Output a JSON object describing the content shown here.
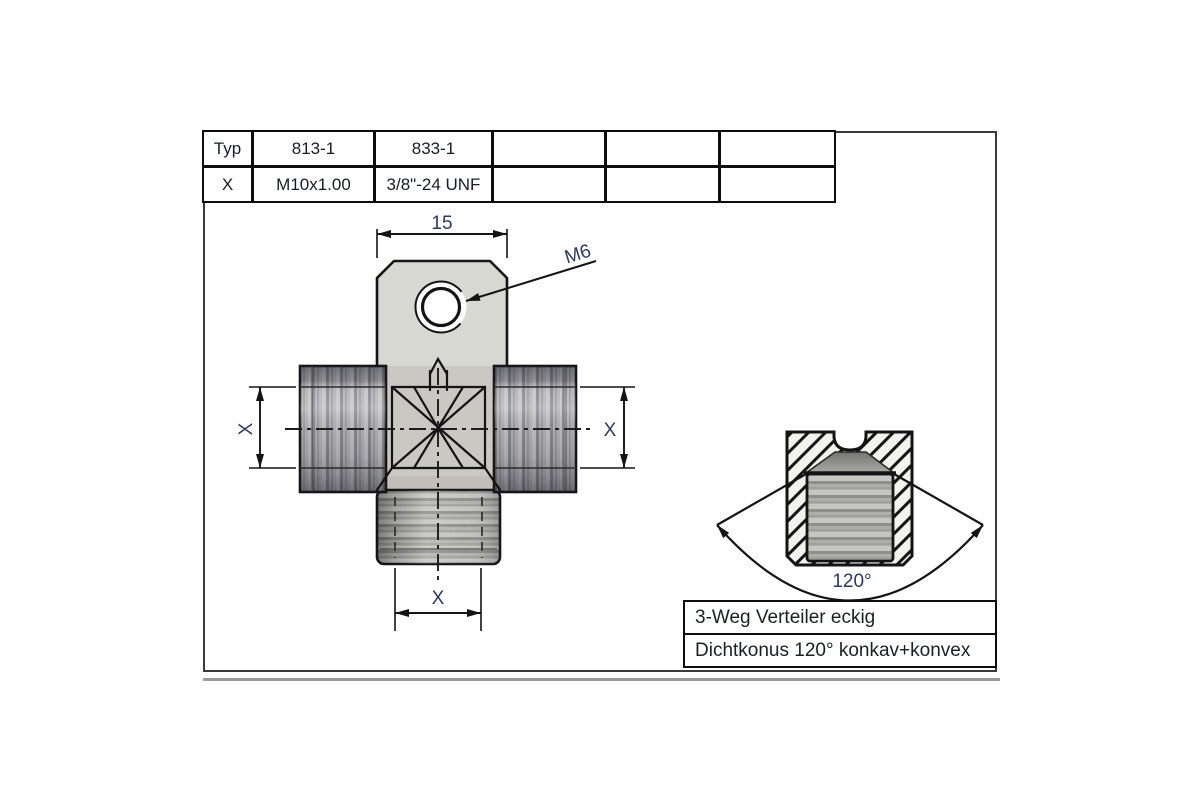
{
  "spec_table": {
    "row1": [
      "Typ",
      "813-1",
      "833-1",
      "",
      "",
      ""
    ],
    "row2": [
      "X",
      "M10x1.00",
      "3/8\"-24 UNF",
      "",
      "",
      ""
    ]
  },
  "drawing": {
    "tab_width_dim": "15",
    "hole_thread_callout": "M6",
    "left_thread_dim": "X",
    "right_thread_dim": "X",
    "bottom_thread_dim": "X",
    "seal_cone_angle": "120°"
  },
  "title_block": {
    "line1": "3-Weg Verteiler eckig",
    "line2": "Dichtkonus 120° konkav+konvex"
  },
  "colors": {
    "line": "#141414",
    "dim_text": "#2c3a5e",
    "table_text": "#181c2a",
    "title_text": "#1d1f26",
    "tab_fill": "#d8d8d2",
    "body_fill": "#c9c8c3",
    "frame_border": "#3a3a3a"
  }
}
